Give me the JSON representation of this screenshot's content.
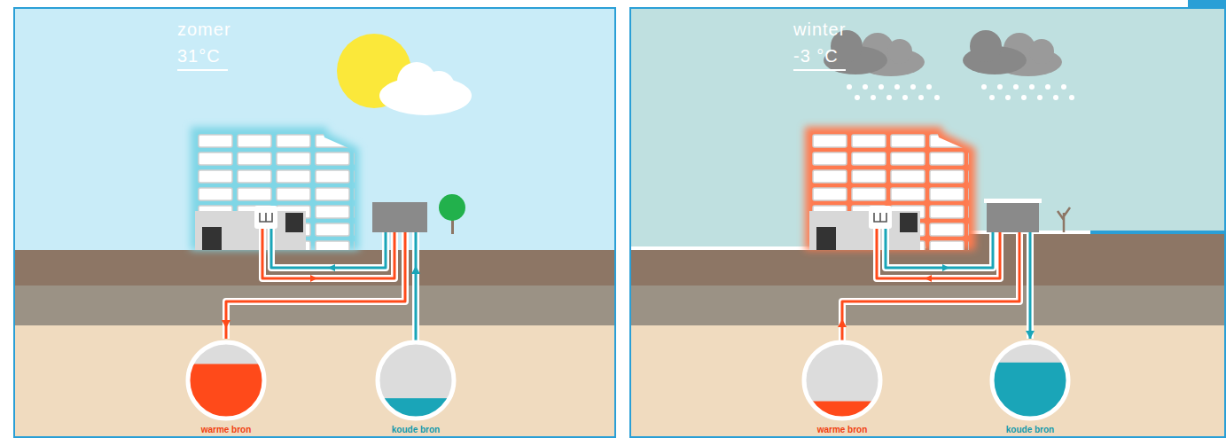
{
  "diagram": {
    "nodes": [
      {
        "text": [
          "zomer",
          "31°C"
        ]
      },
      {
        "text": [
          "warme bron"
        ],
        "in": 0
      },
      {
        "text": [
          "koude bron"
        ],
        "in": 0
      },
      {
        "text": [
          "winter",
          "-3 °C"
        ]
      },
      {
        "text": [
          "warme bron"
        ],
        "in": 3
      },
      {
        "text": [
          "koude bron"
        ],
        "in": 3
      }
    ],
    "edges": [
      {
        "from": 2,
        "to": 1,
        "arrow": "to"
      },
      {
        "from": 4,
        "to": 5,
        "arrow": "to"
      }
    ]
  }
}
